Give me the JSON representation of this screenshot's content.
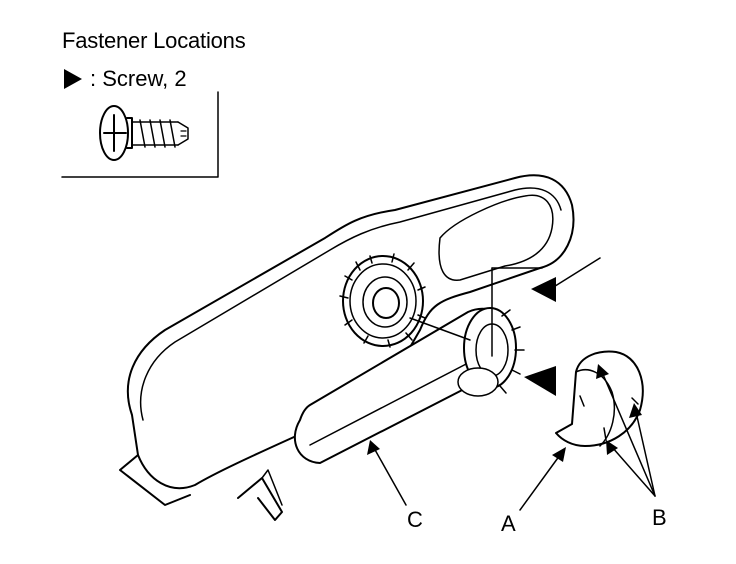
{
  "header": {
    "title": "Fastener Locations"
  },
  "legend": {
    "symbol_icon": "black-triangle-arrow-icon",
    "text": ": Screw, 2"
  },
  "callouts": {
    "a": "A",
    "b": "B",
    "c": "C"
  },
  "colors": {
    "line": "#000000",
    "fill": "#ffffff",
    "marker": "#000000"
  }
}
